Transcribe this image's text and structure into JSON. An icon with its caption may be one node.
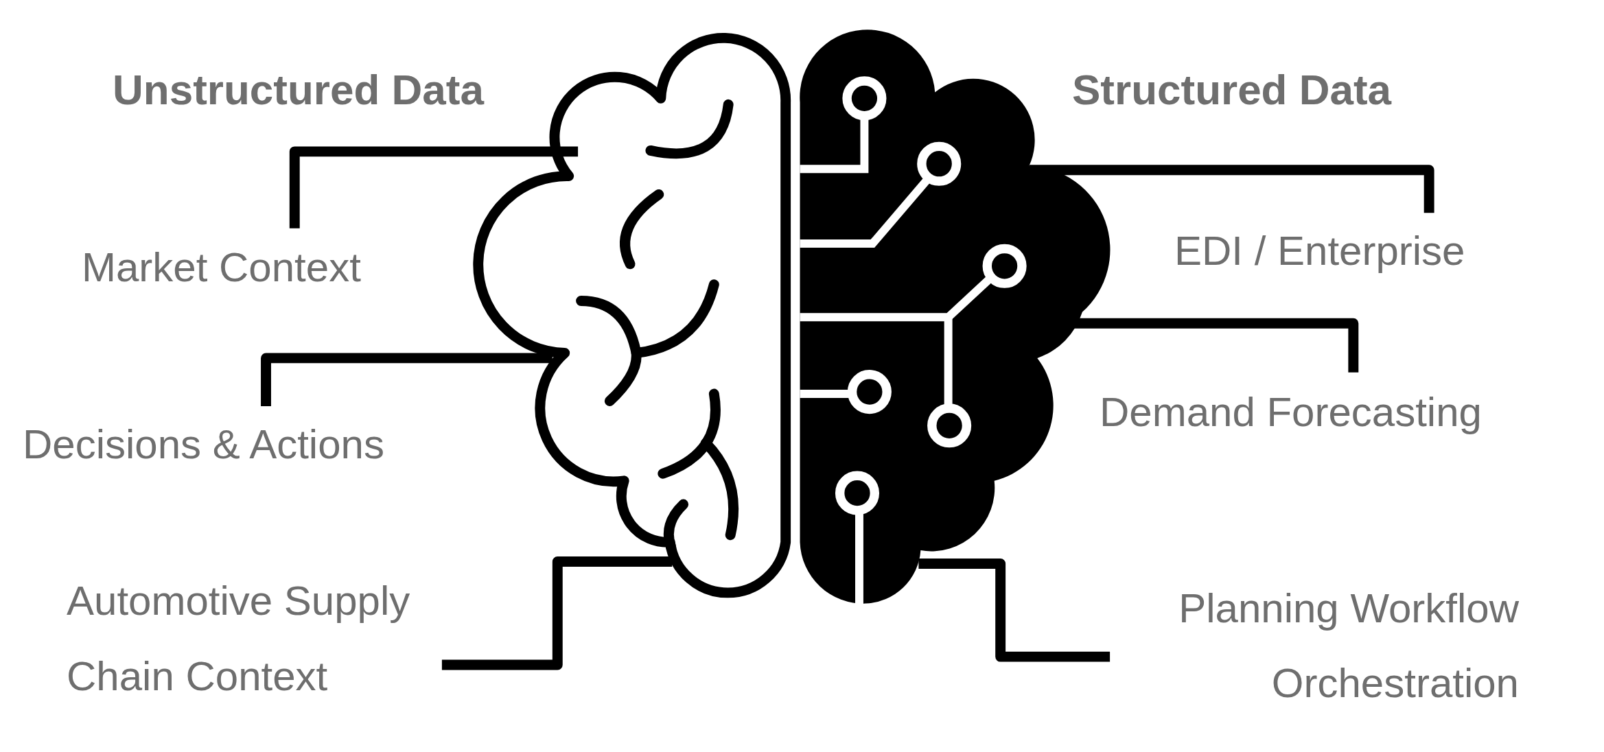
{
  "diagram": {
    "nodes": [
      {
        "text": [],
        "shape": "picture"
      },
      {
        "text": [],
        "shape": "picture"
      },
      {
        "text": [
          "Market Context"
        ]
      },
      {
        "text": [
          "Decisions & Actions"
        ]
      },
      {
        "text": [
          "Automotive Supply Chain Context"
        ]
      },
      {
        "text": [
          "EDI / Enterprise"
        ]
      },
      {
        "text": [
          "Demand Forecasting"
        ]
      },
      {
        "text": [
          "Planning Workflow Orchestration"
        ]
      }
    ],
    "edges": [
      {
        "from": 2,
        "to": 0,
        "arrow": "none"
      },
      {
        "from": 3,
        "to": 0,
        "arrow": "none"
      },
      {
        "from": 4,
        "to": 0,
        "arrow": "none"
      },
      {
        "from": 5,
        "to": 1,
        "arrow": "none"
      },
      {
        "from": 6,
        "to": 1,
        "arrow": "none"
      },
      {
        "from": 7,
        "to": 1,
        "arrow": "none"
      }
    ],
    "labels": [
      "Unstructured Data",
      "Structured Data"
    ]
  }
}
